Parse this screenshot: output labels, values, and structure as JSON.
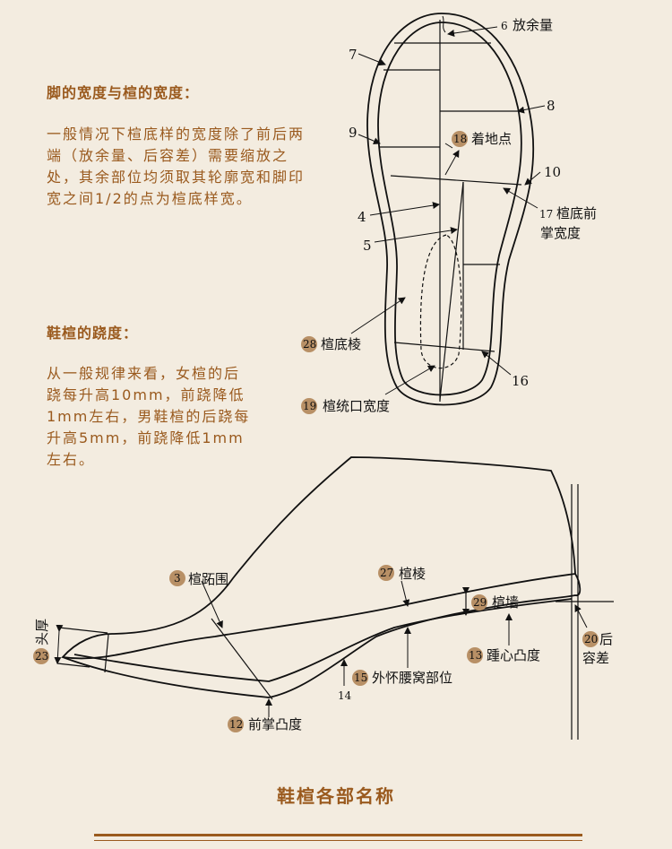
{
  "left_text": {
    "heading1": "脚的宽度与楦的宽度：",
    "para1": "一般情况下楦底样的宽度除了前后两端（放余量、后容差）需要缩放之处，其余部位均须取其轮廓宽和脚印宽之间1/2的点为楦底样宽。",
    "heading2": "鞋楦的跷度：",
    "para2": "从一般规律来看，女楦的后跷每升高10mm，前跷降低1mm左右，男鞋楦的后跷每升高5mm，前跷降低1mm左右。"
  },
  "sole_labels": {
    "l6": "放余量",
    "l7": "7",
    "l8": "8",
    "l9": "9",
    "l10": "10",
    "l18": "着地点",
    "l17": "楦底前",
    "l17b": "掌宽度",
    "l4": "4",
    "l5": "5",
    "l28": "楦底棱",
    "l16": "16",
    "l19": "楦统口宽度"
  },
  "side_labels": {
    "l3": "楦跖围",
    "l27": "楦棱",
    "l29": "楦墙",
    "l23": "头厚",
    "l20a": "后",
    "l20b": "容差",
    "l13": "踵心凸度",
    "l15": "外怀腰窝部位",
    "l14": "14",
    "l12": "前掌凸度"
  },
  "badges": {
    "b6": "6",
    "b17": "17",
    "b18": "18",
    "b28": "28",
    "b19": "19",
    "b3": "3",
    "b27": "27",
    "b29": "29",
    "b23": "23",
    "b20": "20",
    "b13": "13",
    "b15": "15",
    "b12": "12"
  },
  "caption": "鞋楦各部名称"
}
